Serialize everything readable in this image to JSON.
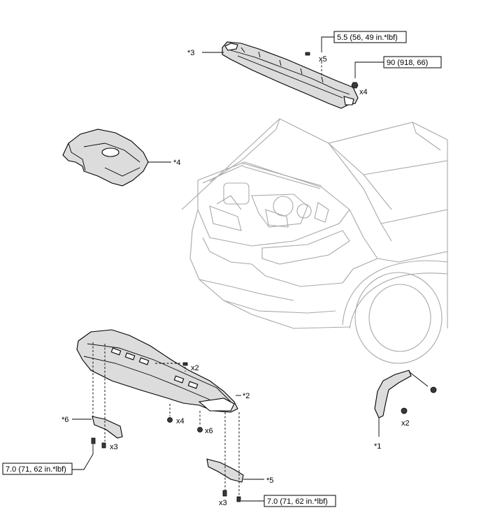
{
  "parts": {
    "p1": "*1",
    "p2": "*2",
    "p3": "*3",
    "p4": "*4",
    "p5": "*5",
    "p6": "*6"
  },
  "torque": {
    "cowl_bolt": "5.5 (56, 49 in.*lbf)",
    "cowl_nut": "90 (918, 66)",
    "guard_left": "7.0 (71, 62 in.*lbf)",
    "guard_bottom": "7.0 (71, 62 in.*lbf)"
  },
  "quantities": {
    "cowl_bolt": "x5",
    "cowl_nut": "x4",
    "undercover_top": "x2",
    "undercover_mid": "x4",
    "undercover_right": "x6",
    "left_bracket": "x3",
    "bottom_bracket": "x3",
    "side_bracket": "x2"
  }
}
